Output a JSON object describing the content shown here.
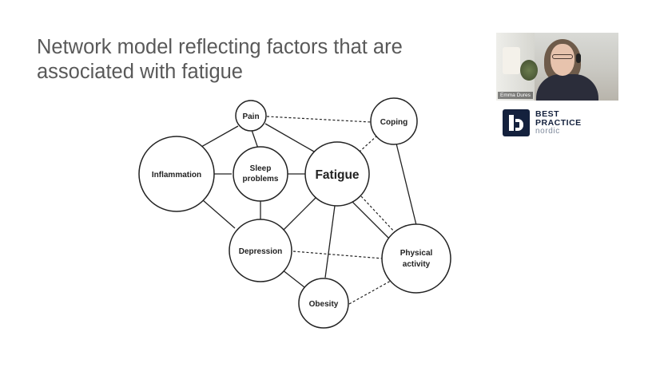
{
  "slide": {
    "title_line1": "Network model reflecting factors that are",
    "title_line2": "associated with fatigue"
  },
  "diagram": {
    "nodes": {
      "pain": "Pain",
      "coping": "Coping",
      "inflammation": "Inflammation",
      "sleep_line1": "Sleep",
      "sleep_line2": "problems",
      "fatigue": "Fatigue",
      "depression": "Depression",
      "physical_line1": "Physical",
      "physical_line2": "activity",
      "obesity": "Obesity"
    }
  },
  "video": {
    "participant_name": "Emma Dures"
  },
  "logo": {
    "line1": "BEST",
    "line2": "PRACTICE",
    "line3": "nordic"
  }
}
